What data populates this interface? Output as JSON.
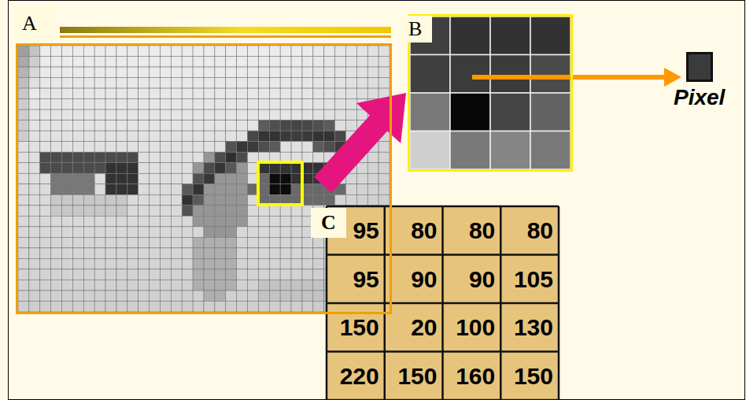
{
  "diagram": {
    "nodes": [
      {
        "text": [
          "A"
        ]
      },
      {
        "text": [
          "B"
        ]
      },
      {
        "text": [
          "Pixel"
        ]
      },
      {
        "text": [
          "C"
        ]
      }
    ],
    "edges": [
      {
        "from": 0,
        "to": 1,
        "arrow": "to"
      },
      {
        "from": 1,
        "to": 2,
        "arrow": "to"
      }
    ],
    "labels": [
      "95",
      "80",
      "80",
      "80",
      "95",
      "90",
      "90",
      "105",
      "150",
      "20",
      "100",
      "130",
      "220",
      "150",
      "160",
      "150"
    ]
  }
}
